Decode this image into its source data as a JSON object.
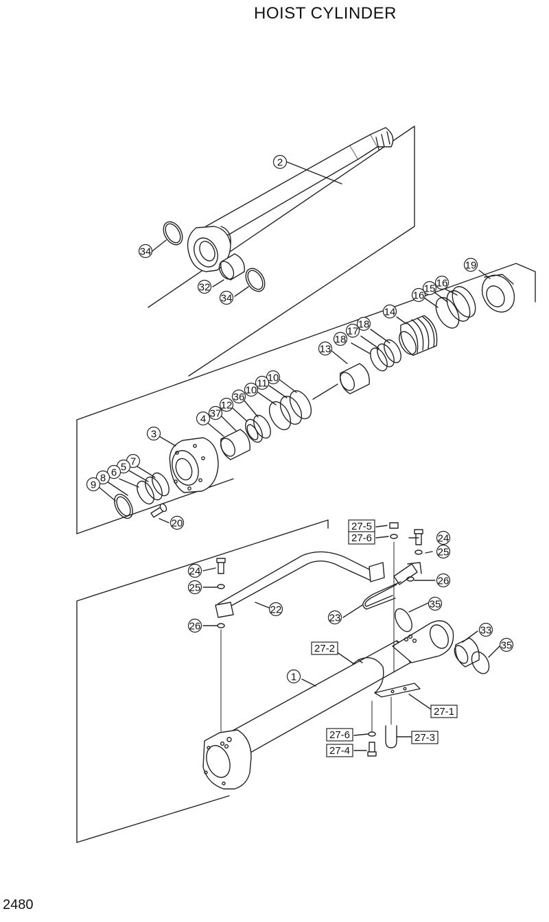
{
  "title": "HOIST CYLINDER",
  "page_number": "2480",
  "callouts": {
    "c2": "2",
    "c34a": "34",
    "c32": "32",
    "c34b": "34",
    "c19": "19",
    "c16a": "16",
    "c15": "15",
    "c16b": "16",
    "c14": "14",
    "c18a": "18",
    "c17": "17",
    "c18b": "18",
    "c13": "13",
    "c10a": "10",
    "c11": "11",
    "c10b": "10",
    "c36": "36",
    "c12": "12",
    "c37": "37",
    "c4": "4",
    "c3": "3",
    "c7": "7",
    "c5": "5",
    "c6": "6",
    "c8": "8",
    "c9": "9",
    "c20": "20",
    "c24a": "24",
    "c25a": "25",
    "c26a": "26",
    "c24b": "24",
    "c25b": "25",
    "c26b": "26",
    "c22": "22",
    "c23": "23",
    "c35a": "35",
    "c33": "33",
    "c35b": "35",
    "c1": "1"
  },
  "boxed_callouts": {
    "b27_5": "27-5",
    "b27_6a": "27-6",
    "b27_2": "27-2",
    "b27_1": "27-1",
    "b27_6b": "27-6",
    "b27_3": "27-3",
    "b27_4": "27-4"
  }
}
